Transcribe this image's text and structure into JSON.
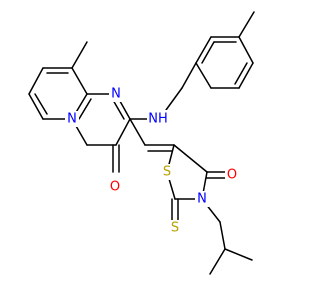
{
  "colors": {
    "background": "#ffffff",
    "bond": "#000000",
    "nitrogen": "#0000ff",
    "oxygen": "#ff0000",
    "sulfur": "#b8a000"
  },
  "atoms": {
    "n_amine": "NH",
    "n_ring_upper": "N",
    "n_ring_fused": "N",
    "o_pyrimidinone": "O",
    "s_ring": "S",
    "n_thiazolidine": "N",
    "o_thiazolidine": "O",
    "s_thione": "S"
  }
}
